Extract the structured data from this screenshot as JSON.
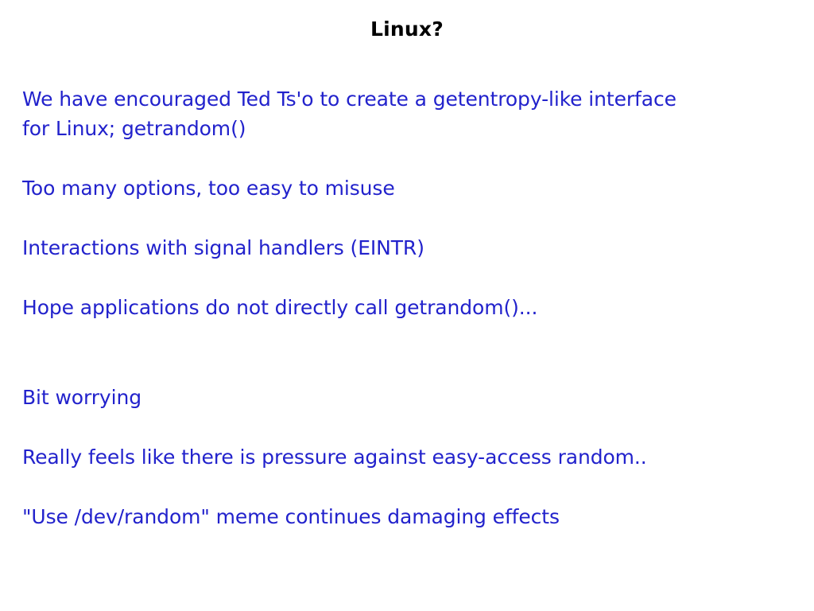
{
  "slide": {
    "title": "Linux?",
    "title_color": "#000000",
    "body_color": "#2222cc",
    "background_color": "#ffffff",
    "paragraphs": [
      {
        "id": "p1",
        "text": "We have encouraged Ted Ts'o to create a getentropy-like interface\nfor Linux; getrandom()"
      },
      {
        "id": "p2",
        "text": "Too many options, too easy to misuse"
      },
      {
        "id": "p3",
        "text": "Interactions with signal handlers (EINTR)"
      },
      {
        "id": "p4",
        "text": "Hope applications do not directly call getrandom()..."
      },
      {
        "id": "p5",
        "text": "Bit worrying"
      },
      {
        "id": "p6",
        "text": "Really feels like there is pressure against easy-access random.."
      },
      {
        "id": "p7",
        "text": "\"Use /dev/random\" meme continues damaging effects"
      }
    ]
  }
}
